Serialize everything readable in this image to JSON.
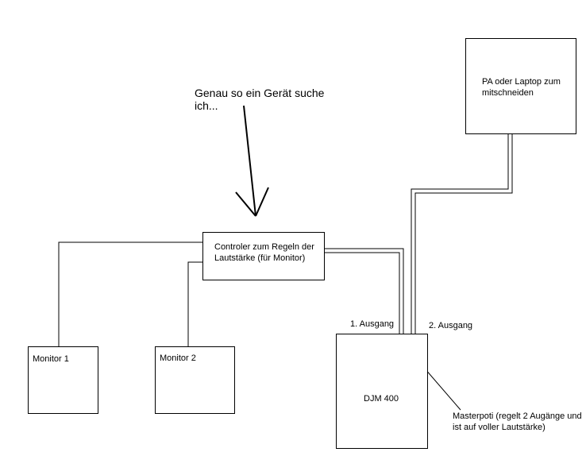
{
  "annotation": {
    "line1": "Genau so ein Gerät suche",
    "line2": "ich..."
  },
  "controller": {
    "line1": "Controler zum Regeln der",
    "line2": "Lautstärke (für Monitor)"
  },
  "pa": {
    "line1": "PA oder Laptop zum",
    "line2": "mitschneiden"
  },
  "monitor1": {
    "label": "Monitor 1"
  },
  "monitor2": {
    "label": "Monitor 2"
  },
  "djm": {
    "label": "DJM 400"
  },
  "outputs": {
    "out1": "1. Ausgang",
    "out2": "2. Ausgang"
  },
  "masterpoti": {
    "line1": "Masterpoti (regelt 2 Augänge und",
    "line2": "ist auf voller Lautstärke)"
  }
}
